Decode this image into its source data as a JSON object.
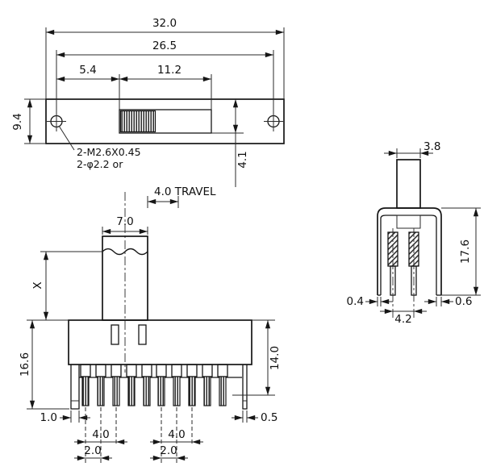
{
  "views": {
    "top": {
      "dim_32_0": "32.0",
      "dim_26_5": "26.5",
      "dim_5_4": "5.4",
      "dim_11_2": "11.2",
      "dim_9_4": "9.4",
      "dim_4_1": "4.1",
      "hole_note_line1": "2-M2.6X0.45",
      "hole_note_line2": "2-φ2.2 or"
    },
    "front": {
      "travel_label": "4.0 TRAVEL",
      "dim_7_0": "7.0",
      "dim_x": "X",
      "dim_16_6": "16.6",
      "dim_14_0": "14.0",
      "dim_1_0": "1.0",
      "dim_4_0_left": "4.0",
      "dim_2_0_left": "2.0",
      "dim_4_0_right": "4.0",
      "dim_2_0_right": "2.0",
      "dim_0_5": "0.5"
    },
    "side": {
      "dim_3_8": "3.8",
      "dim_17_6": "17.6",
      "dim_0_4": "0.4",
      "dim_4_2": "4.2",
      "dim_0_6": "0.6"
    }
  },
  "colors": {
    "object_line": "#161616",
    "dimension_line": "#2a2a2a",
    "text": "#101010",
    "background": "#ffffff"
  }
}
